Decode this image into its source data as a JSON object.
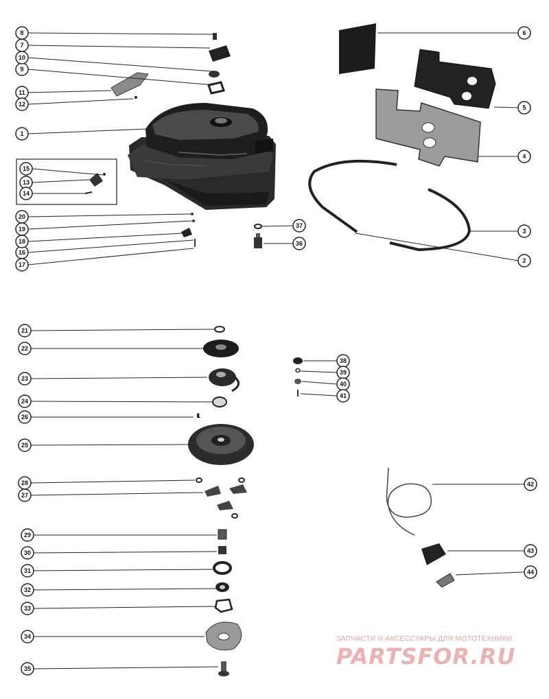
{
  "callouts": [
    "1",
    "2",
    "3",
    "4",
    "5",
    "6",
    "7",
    "8",
    "9",
    "10",
    "11",
    "12",
    "13",
    "14",
    "15",
    "16",
    "17",
    "18",
    "19",
    "20",
    "21",
    "22",
    "23",
    "24",
    "25",
    "26",
    "27",
    "28",
    "29",
    "30",
    "31",
    "32",
    "33",
    "34",
    "35",
    "36",
    "37",
    "38",
    "39",
    "40",
    "41",
    "42",
    "43",
    "44"
  ],
  "marker_26": "1",
  "watermark": {
    "caption": "ЗАПЧАСТИ И АКСЕССУАРЫ ДЛЯ МОТОТЕХНИКИ",
    "logo": "PARTSFOR.RU",
    "color": "#e7a3a3"
  }
}
